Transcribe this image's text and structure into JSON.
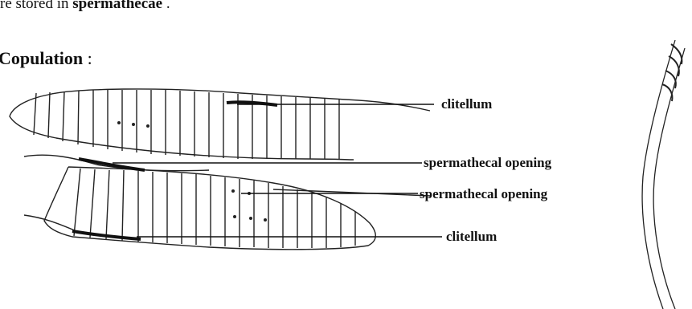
{
  "text": {
    "intro_prefix": "re stored in ",
    "intro_bold": "spermathecae",
    "intro_suffix": " .",
    "heading_bold": "Copulation",
    "heading_suffix": " :"
  },
  "labels": {
    "clitellum_top": "clitellum",
    "spermathecal_opening_1": "spermathecal opening",
    "spermathecal_opening_2": "spermathecal opening",
    "clitellum_bottom": "clitellum"
  }
}
